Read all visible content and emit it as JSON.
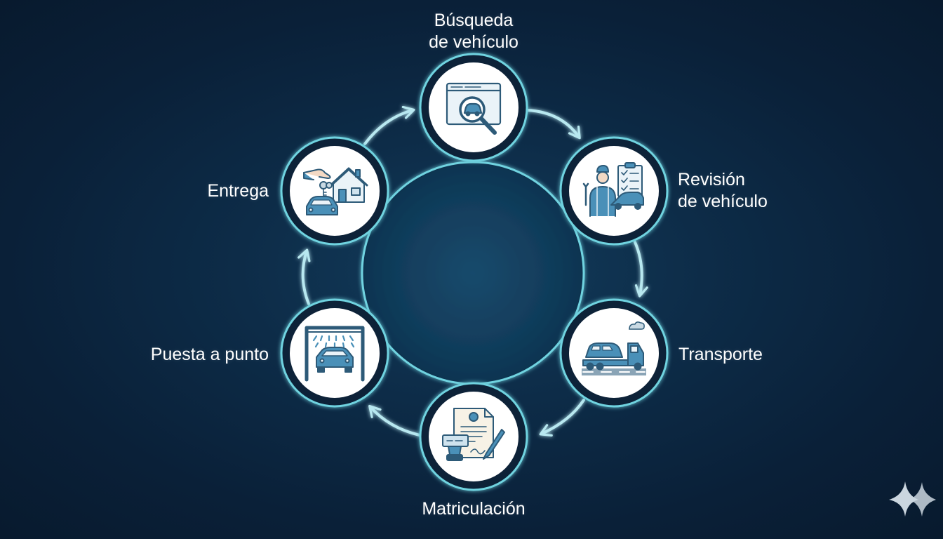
{
  "steps": [
    {
      "id": "search",
      "lines": [
        "Búsqueda",
        "de vehículo"
      ],
      "icon": "vehicle-search-icon"
    },
    {
      "id": "inspection",
      "lines": [
        "Revisión",
        "de vehículo"
      ],
      "icon": "mechanic-checklist-icon"
    },
    {
      "id": "transport",
      "lines": [
        "Transporte"
      ],
      "icon": "tow-truck-icon"
    },
    {
      "id": "registration",
      "lines": [
        "Matriculación"
      ],
      "icon": "document-stamp-icon"
    },
    {
      "id": "tuneup",
      "lines": [
        "Puesta a punto"
      ],
      "icon": "car-wash-icon"
    },
    {
      "id": "delivery",
      "lines": [
        "Entrega"
      ],
      "icon": "keys-handover-icon"
    }
  ],
  "colors": {
    "background": "#0b2540",
    "ring": "#6fd3e0",
    "arrow": "#b8e8f0",
    "icon_stroke": "#2d5a78",
    "icon_fill": "#4a90b8"
  },
  "watermark_icon": "sparkle-icon"
}
